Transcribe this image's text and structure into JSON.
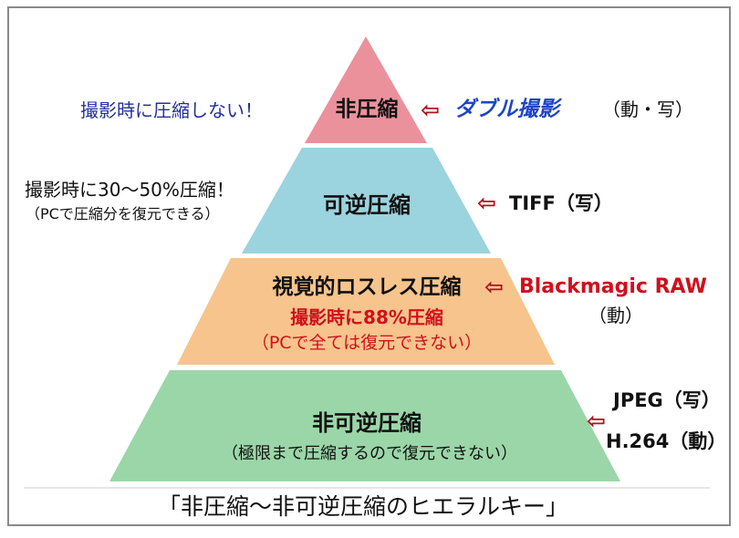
{
  "colors": {
    "tier1": "#eb919c",
    "tier2": "#9bd3de",
    "tier3": "#f6c48c",
    "tier4": "#9bd6a8",
    "blue_text": "#23309c",
    "red_text": "#d0101c"
  },
  "tiers": [
    {
      "label": "非圧縮",
      "left_note": "撮影時に圧縮しない！",
      "arrow": "⇦",
      "right_brand": "ダブル撮影",
      "right_suffix": "（動・写）"
    },
    {
      "label": "可逆圧縮",
      "left_note": "撮影時に30〜50%圧縮！",
      "left_sub": "（PCで圧縮分を復元できる）",
      "arrow": "⇦",
      "right_text": "TIFF（写）"
    },
    {
      "label": "視覚的ロスレス圧縮",
      "note": "撮影時に88%圧縮",
      "sub": "（PCで全ては復元できない）",
      "arrow": "⇦",
      "right_brand": "Blackmagic RAW",
      "right_suffix": "（動）"
    },
    {
      "label": "非可逆圧縮",
      "sub": "（極限まで圧縮するので復元できない）",
      "arrow": "⇦",
      "right_text_1": "JPEG（写）",
      "right_text_2": "H.264（動）"
    }
  ],
  "caption": "「非圧縮〜非可逆圧縮のヒエラルキー」"
}
